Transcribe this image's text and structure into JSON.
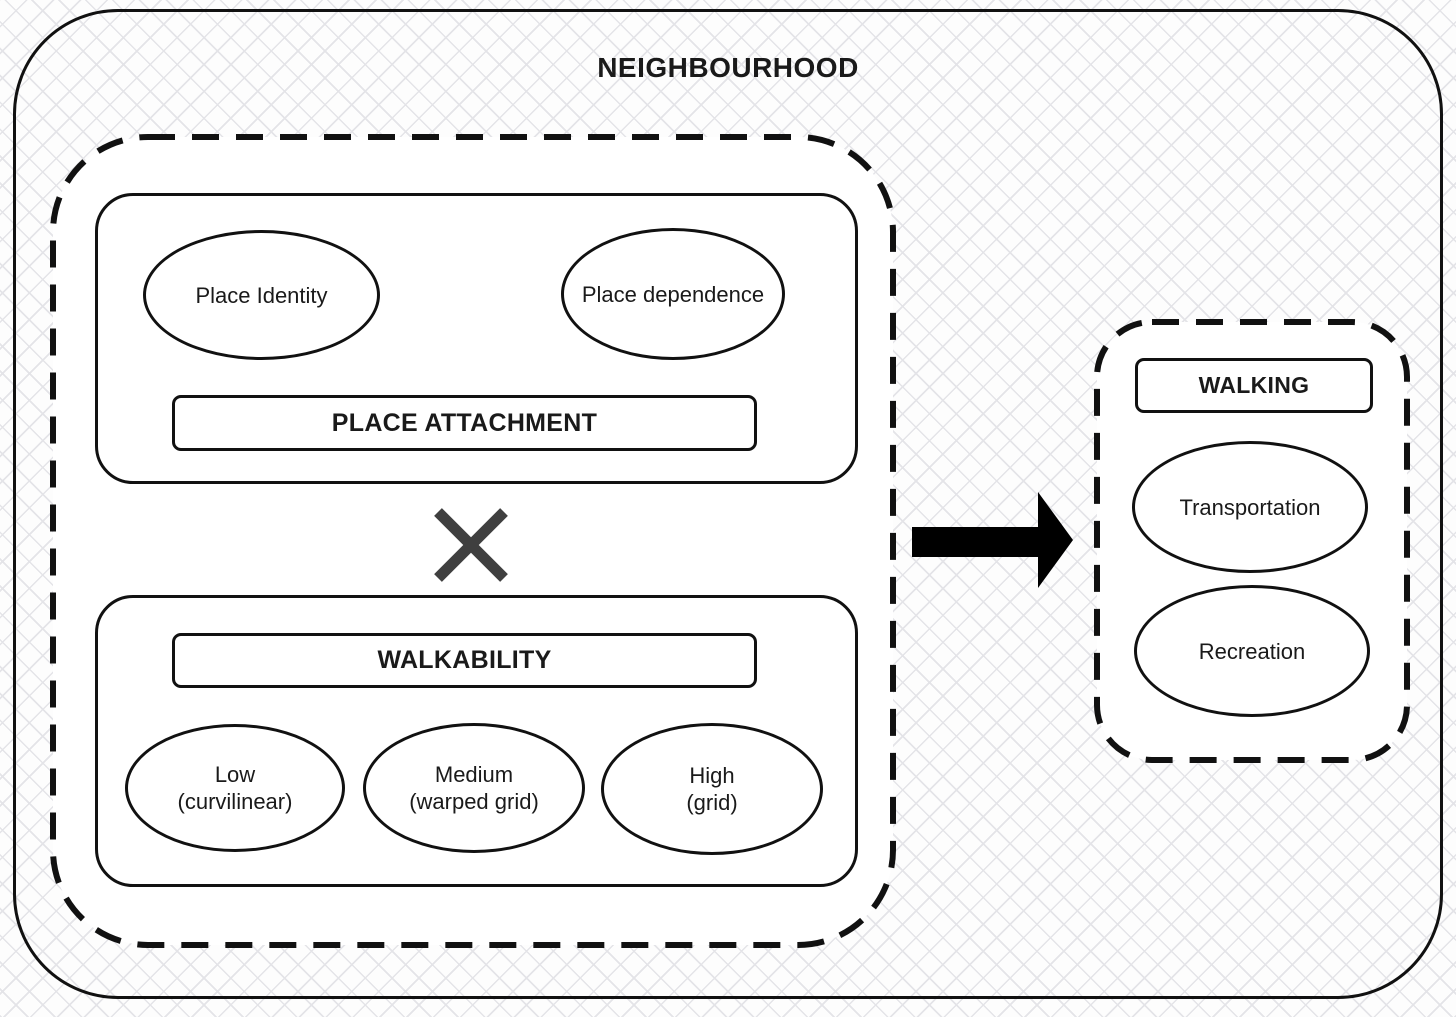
{
  "diagram": {
    "title": "NEIGHBOURHOOD",
    "place_attachment": {
      "header": "PLACE ATTACHMENT",
      "ellipses": [
        "Place Identity",
        "Place dependence"
      ]
    },
    "interaction_symbol": "×",
    "walkability": {
      "header": "WALKABILITY",
      "levels": [
        {
          "label": "Low",
          "sublabel": "(curvilinear)"
        },
        {
          "label": "Medium",
          "sublabel": "(warped grid)"
        },
        {
          "label": "High",
          "sublabel": "(grid)"
        }
      ]
    },
    "walking": {
      "header": "WALKING",
      "ellipses": [
        "Transportation",
        "Recreation"
      ]
    },
    "icons": {
      "multiplication_icon": "×",
      "arrow_right_icon": "➜"
    },
    "colors": {
      "line": "#111111",
      "x_symbol": "#3f3f3f",
      "hatch": "#e4e4e8",
      "panel_bg": "#ffffff"
    }
  }
}
